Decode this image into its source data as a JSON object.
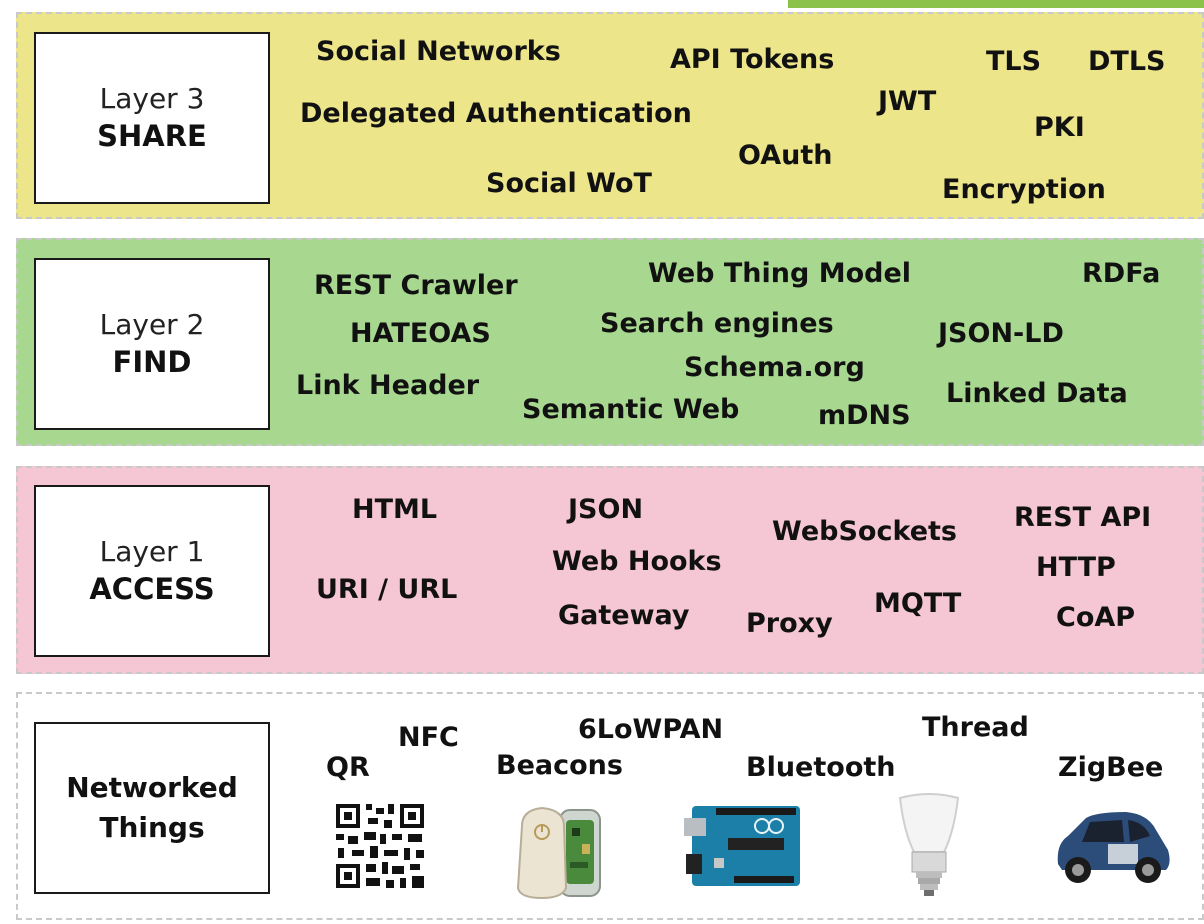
{
  "layers": {
    "share": {
      "title": "Layer 3",
      "name": "SHARE",
      "terms": [
        "Social Networks",
        "API Tokens",
        "TLS",
        "DTLS",
        "Delegated Authentication",
        "JWT",
        "PKI",
        "OAuth",
        "Social WoT",
        "Encryption"
      ]
    },
    "find": {
      "title": "Layer 2",
      "name": "FIND",
      "terms": [
        "REST Crawler",
        "Web Thing Model",
        "RDFa",
        "HATEOAS",
        "Search engines",
        "JSON-LD",
        "Schema.org",
        "Link Header",
        "Semantic Web",
        "mDNS",
        "Linked Data"
      ]
    },
    "access": {
      "title": "Layer 1",
      "name": "ACCESS",
      "terms": [
        "HTML",
        "JSON",
        "WebSockets",
        "REST API",
        "Web Hooks",
        "HTTP",
        "URI / URL",
        "MQTT",
        "Gateway",
        "Proxy",
        "CoAP"
      ]
    },
    "things": {
      "line1": "Networked",
      "line2": "Things",
      "terms": [
        "NFC",
        "6LoWPAN",
        "Thread",
        "QR",
        "Beacons",
        "Bluetooth",
        "ZigBee"
      ],
      "images": [
        "qr-code-icon",
        "beacon-device-icon",
        "arduino-board-icon",
        "smart-bulb-icon",
        "car-icon"
      ]
    }
  },
  "colors": {
    "share": "#ece58a",
    "find": "#a8d890",
    "access": "#f5c6d4",
    "things": "#ffffff",
    "accent": "#8bc34a"
  }
}
